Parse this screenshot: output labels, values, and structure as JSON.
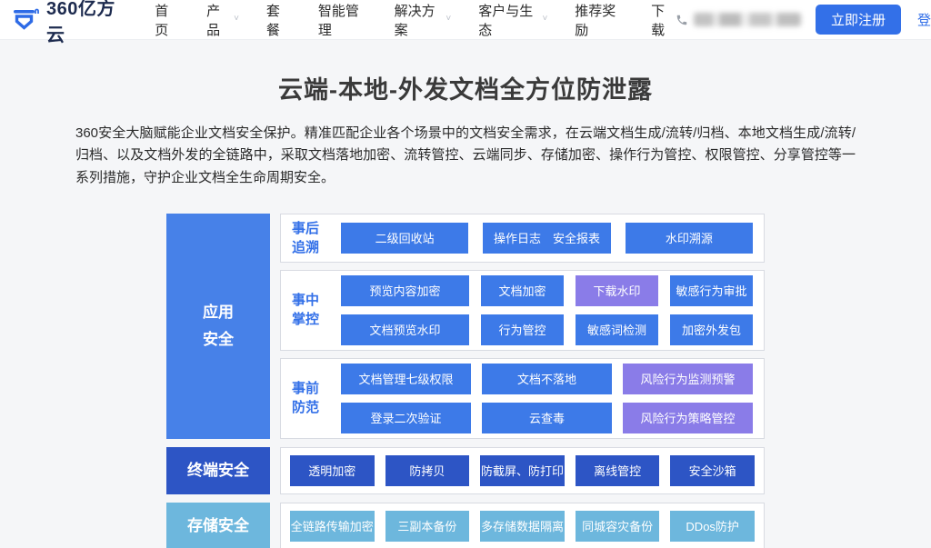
{
  "colors": {
    "accent": "#3370e8",
    "blue": "#3d7ae8",
    "catblue": "#4781e8",
    "purple": "#8a7ce8",
    "dark": "#2d55c5",
    "light": "#6db7dd",
    "pagebg": "#f5f6f8"
  },
  "header": {
    "logo_text": "360亿方云",
    "nav": [
      {
        "label": "首页"
      },
      {
        "label": "产品"
      },
      {
        "label": "套餐"
      },
      {
        "label": "智能管理"
      },
      {
        "label": "解决方案"
      },
      {
        "label": "客户与生态"
      },
      {
        "label": "推荐奖励"
      },
      {
        "label": "下载"
      }
    ],
    "register_label": "立即注册",
    "login_label": "登录"
  },
  "hero": {
    "title": "云端-本地-外发文档全方位防泄露",
    "description": "360安全大脑赋能企业文档安全保护。精准匹配企业各个场景中的文档安全需求，在云端文档生成/流转/归档、本地文档生成/流转/归档、以及文档外发的全链路中，采取文档落地加密、流转管控、云端同步、存储加密、操作行为管控、权限管控、分享管控等一系列措施，守护企业文档全生命周期安全。"
  },
  "diagram": {
    "app": {
      "category": "应用\n安全",
      "groups": [
        {
          "label": "事后\n追溯",
          "boxes": [
            {
              "label": "二级回收站"
            },
            {
              "label": "操作日志　安全报表"
            },
            {
              "label": "水印溯源"
            }
          ]
        },
        {
          "label": "事中\n掌控",
          "boxes": [
            {
              "label": "预览内容加密"
            },
            {
              "label": "文档加密"
            },
            {
              "label": "下载水印"
            },
            {
              "label": "敏感行为审批"
            },
            {
              "label": "文档预览水印"
            },
            {
              "label": "行为管控"
            },
            {
              "label": "敏感词检测"
            },
            {
              "label": "加密外发包"
            }
          ]
        },
        {
          "label": "事前\n防范",
          "boxes": [
            {
              "label": "文档管理七级权限"
            },
            {
              "label": "文档不落地"
            },
            {
              "label": "风险行为监测预警"
            },
            {
              "label": "登录二次验证"
            },
            {
              "label": "云查毒"
            },
            {
              "label": "风险行为策略管控"
            }
          ]
        }
      ]
    },
    "terminal": {
      "category": "终端安全",
      "boxes": [
        "透明加密",
        "防拷贝",
        "防截屏、防打印",
        "离线管控",
        "安全沙箱"
      ]
    },
    "storage": {
      "category": "存储安全",
      "boxes": [
        "全链路传输加密",
        "三副本备份",
        "多存储数据隔离",
        "同城容灾备份",
        "DDos防护"
      ]
    }
  }
}
